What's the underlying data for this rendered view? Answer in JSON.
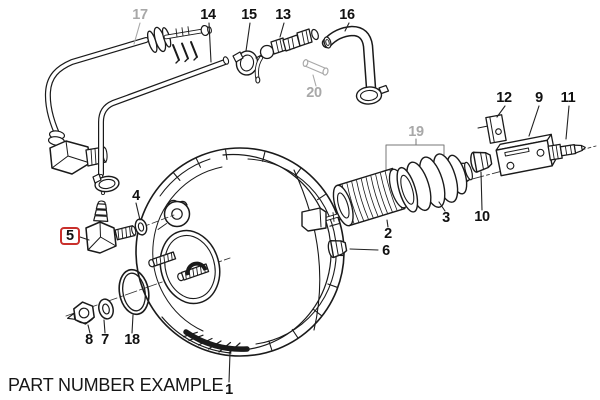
{
  "diagram": {
    "caption": "PART NUMBER EXAMPLE",
    "labels": {
      "p1": "1",
      "p2": "2",
      "p3": "3",
      "p4": "4",
      "p5": "5",
      "p6": "6",
      "p7": "7",
      "p8": "8",
      "p9": "9",
      "p10": "10",
      "p11": "11",
      "p12": "12",
      "p13": "13",
      "p14": "14",
      "p15": "15",
      "p16": "16",
      "p17": "17",
      "p18": "18",
      "p19": "19",
      "p20": "20"
    },
    "muted_labels": [
      "17",
      "19",
      "20"
    ],
    "highlighted_label": "5",
    "colors": {
      "line": "#1a1a1a",
      "muted": "#a8a8a8",
      "highlight_box": "#c9302c",
      "label_text": "#111111",
      "background": "#ffffff"
    }
  }
}
